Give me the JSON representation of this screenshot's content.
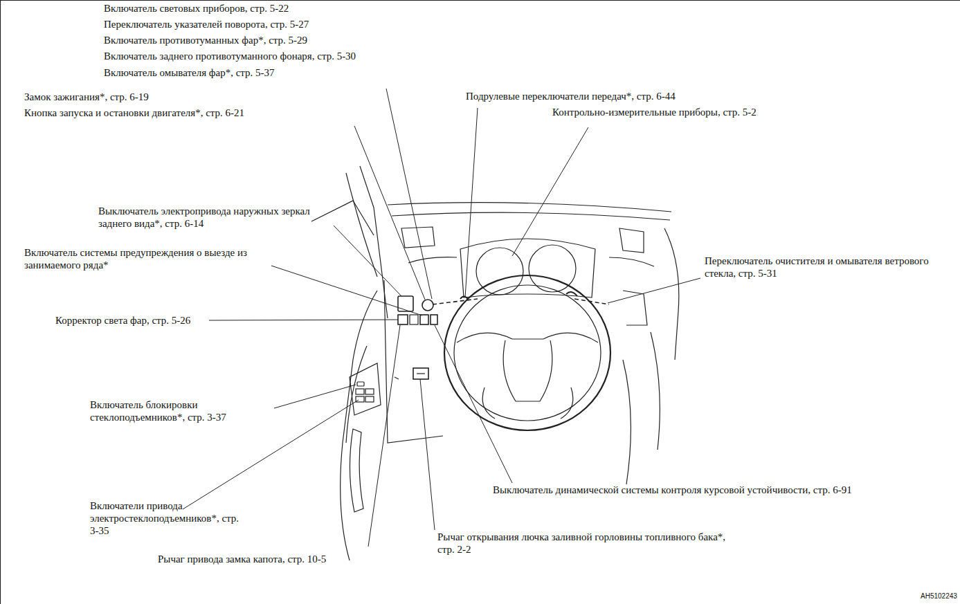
{
  "diagram": {
    "labels": [
      "Включатель световых приборов, стр. 5-22",
      "Переключатель указателей поворота, стр. 5-27",
      "Включатель противотуманных фар*, стр. 5-29",
      "Включатель заднего противотуманного фонаря, стр. 5-30",
      "Включатель омывателя фар*, стр. 5-37",
      "Замок зажигания*, стр. 6-19",
      "Кнопка запуска и остановки двигателя*, стр. 6-21",
      "Подрулевые переключатели передач*, стр. 6-44",
      "Контрольно-измерительные приборы, стр. 5-2",
      "Выключатель электропривода наружных зеркал заднего вида*, стр. 6-14",
      "Включатель системы предупреждения о выезде из занимаемого ряда*",
      "Переключатель очистителя и омывателя ветрового стекла, стр. 5-31",
      "Корректор света фар, стр. 5-26",
      "Включатель блокировки стеклоподъемников*, стр. 3-37",
      "Включатели привода электростеклоподъемников*, стр. 3-35",
      "Рычаг привода замка капота, стр. 10-5",
      "Рычаг открывания лючка заливной горловины топливного бака*, стр. 2-2",
      "Выключатель динамической системы контроля курсовой устойчивости, стр. 6-91",
      "AH5102243"
    ]
  }
}
